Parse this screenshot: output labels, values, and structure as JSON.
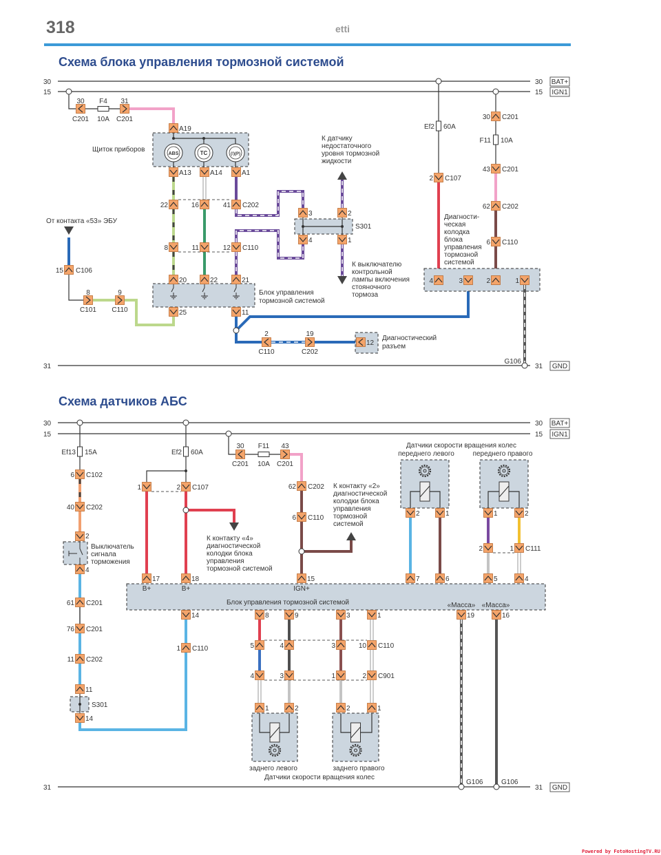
{
  "header": {
    "page_number": "318",
    "running_title": "etti"
  },
  "footer": {
    "credit": "Powered by FotoHostingTV.RU"
  },
  "colors": {
    "accent": "#3c9ad8",
    "title": "#2d4c8e",
    "connector": "#f4a46a",
    "module_fill": "#ccd6df"
  },
  "d1": {
    "title": "Схема блока управления тормозной системой",
    "bus30_l": "30",
    "bus15_l": "15",
    "bus30_r": "30",
    "bat": "BAT+",
    "bus15_r": "15",
    "ign": "IGN1",
    "bus31_l": "31",
    "bus31_r": "31",
    "gnd": "GND",
    "c201a_pin": "30",
    "c201a_id": "C201",
    "f4": "F4",
    "f4_a": "10A",
    "c201b_pin": "31",
    "c201b_id": "C201",
    "a19": "A19",
    "cluster": "Щиток приборов",
    "abs": "ABS",
    "tc": "TC",
    "brake": "(!)(P)",
    "a13": "A13",
    "a14": "A14",
    "a1": "A1",
    "c202_p1": "22",
    "c202_p2": "16",
    "c202_p3": "41",
    "c202_id": "C202",
    "c110_p1": "8",
    "c110_p2": "11",
    "c110_p3": "12",
    "c110_id": "C110",
    "s301_p3": "3",
    "s301_p2": "2",
    "s301_p4": "4",
    "s301_p1": "1",
    "s301_id": "S301",
    "fluid_note": [
      "К датчику",
      "недостаточного",
      "уровня тормозной",
      "жидкости"
    ],
    "park_note": [
      "К выключателю",
      "контрольной",
      "лампы включения",
      "стояночного",
      "тормоза"
    ],
    "ecu_note": "От контакта «53»  ЭБУ",
    "c106_pin": "15",
    "c106_id": "C106",
    "c101_pin": "8",
    "c101_id": "C101",
    "c110b_pin": "9",
    "c110b_id": "C110",
    "bcm_p20": "20",
    "bcm_p22": "22",
    "bcm_p21": "21",
    "bcm_p25": "25",
    "bcm_p11": "11",
    "bcm_label": [
      "Блок управления",
      "тормозной системой"
    ],
    "c110c_pin": "2",
    "c110c_id": "C110",
    "c202b_pin": "19",
    "c202b_id": "C202",
    "dlc_pin": "12",
    "dlc_label": [
      "Диагностический",
      "разъем"
    ],
    "ef2": "Ef2",
    "ef2_a": "60A",
    "c107_pin": "2",
    "c107_id": "C107",
    "c201c_pin": "30",
    "c201c_id": "C201",
    "f11": "F11",
    "f11_a": "10A",
    "c201d_pin": "43",
    "c201d_id": "C201",
    "c202c_pin": "62",
    "c202c_id": "C202",
    "c110d_pin": "6",
    "c110d_id": "C110",
    "diag_note": [
      "Диагности-",
      "ческая",
      "колодка",
      "блока",
      "управления",
      "тормозной",
      "системой"
    ],
    "diag_p4": "4",
    "diag_p3": "3",
    "diag_p2": "2",
    "diag_p1": "1",
    "g106": "G106"
  },
  "d2": {
    "title": "Схема датчиков АБС",
    "bus30_l": "30",
    "bus15_l": "15",
    "bus30_r": "30",
    "bat": "BAT+",
    "bus15_r": "15",
    "ign": "IGN1",
    "bus31_l": "31",
    "bus31_r": "31",
    "gnd": "GND",
    "ef13": "Ef13",
    "ef13_a": "15A",
    "c102_pin": "6",
    "c102_id": "C102",
    "c202a_pin": "40",
    "c202a_id": "C202",
    "sw_p2": "2",
    "sw_p4": "4",
    "switch_label": [
      "Выключатель",
      "сигнала",
      "торможения"
    ],
    "c201a_pin": "61",
    "c201a_id": "C201",
    "c201b_pin": "76",
    "c201b_id": "C201",
    "c202b_pin": "11",
    "c202b_id": "C202",
    "s301_p11": "11",
    "s301_id": "S301",
    "s301_p14": "14",
    "c110a_pin": "1",
    "c110a_id": "C110",
    "bcm_p14": "14",
    "ef2": "Ef2",
    "ef2_a": "60A",
    "c107_p1": "1",
    "c107_p2": "2",
    "c107_id": "C107",
    "red_note": [
      "К контакту «4»",
      "диагностической",
      "колодки блока",
      "управления",
      "тормозной системой"
    ],
    "c201c_pin": "30",
    "c201c_id": "C201",
    "f11": "F11",
    "f11_a": "10A",
    "c201d_pin": "43",
    "c201d_id": "C201",
    "c202c_pin": "62",
    "c202c_id": "C202",
    "c110c_pin": "6",
    "c110c_id": "C110",
    "ign_note": [
      "К контакту «2»",
      "диагностической",
      "колодки блока",
      "управления",
      "тормозной",
      "системой"
    ],
    "bcm_p17": "17",
    "bcm_p18": "18",
    "bcm_p15": "15",
    "bcm_p7": "7",
    "bcm_p6": "6",
    "bcm_p5": "5",
    "bcm_p4": "4",
    "bplus1": "B+",
    "bplus2": "B+",
    "ignplus": "IGN+",
    "bcm_label": "Блок управления тормозной системой",
    "mass1": "«Масса»",
    "mass2": "«Масса»",
    "bcm_p8": "8",
    "bcm_p9": "9",
    "bcm_p3": "3",
    "bcm_p1": "1",
    "bcm_p19": "19",
    "bcm_p16": "16",
    "c110_p5": "5",
    "c110_p4": "4",
    "c110_p3": "3",
    "c110_p10": "10",
    "c110_id": "C110",
    "c901_p4": "4",
    "c901_p3": "3",
    "c901_p1": "1",
    "c901_p2": "2",
    "c901_id": "C901",
    "rl_p1": "1",
    "rl_p2": "2",
    "rr_p2": "2",
    "rr_p1": "1",
    "rear_left": "заднего левого",
    "rear_right": "заднего правого",
    "rear_caption": "Датчики скорости вращения колес",
    "front_caption": "Датчики скорости вращения колес",
    "front_left": "переднего левого",
    "front_right": "переднего правого",
    "fl_p2": "2",
    "fl_p1": "1",
    "fr_p1": "1",
    "fr_p2": "2",
    "c111_p2": "2",
    "c111_p1": "1",
    "c111_id": "C111",
    "g106a": "G106",
    "g106b": "G106"
  }
}
